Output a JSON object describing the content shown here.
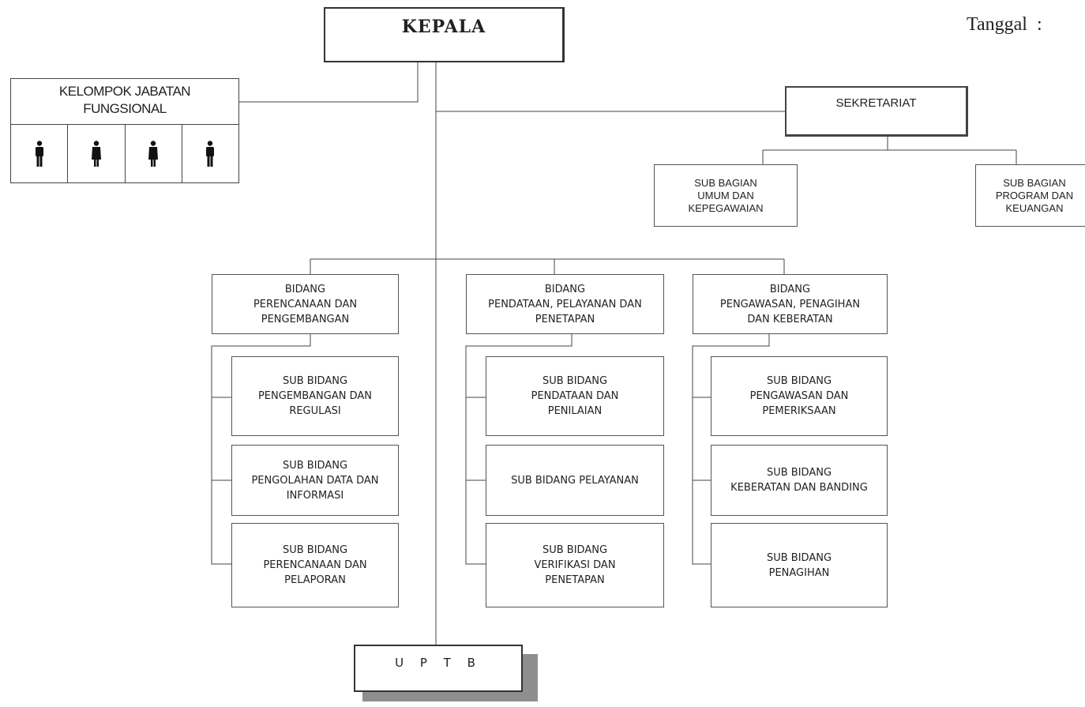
{
  "head": {
    "title": "KEPALA"
  },
  "date_label": "Tanggal  :",
  "functional_group": {
    "title": "KELOMPOK JABATAN\nFUNGSIONAL",
    "icons": [
      "person-icon",
      "person-icon",
      "person-icon",
      "person-icon"
    ]
  },
  "secretariat": {
    "title": "SEKRETARIAT",
    "sub": [
      "SUB BAGIAN\nUMUM DAN\nKEPEGAWAIAN",
      "SUB BAGIAN\nPROGRAM DAN\nKEUANGAN"
    ]
  },
  "divisions": [
    {
      "title": "BIDANG\nPERENCANAAN DAN\nPENGEMBANGAN",
      "subs": [
        "SUB BIDANG\nPENGEMBANGAN DAN\nREGULASI",
        "SUB BIDANG\nPENGOLAHAN DATA DAN\nINFORMASI",
        "SUB BIDANG\nPERENCANAAN DAN\nPELAPORAN"
      ]
    },
    {
      "title": "BIDANG\nPENDATAAN, PELAYANAN DAN\nPENETAPAN",
      "subs": [
        "SUB BIDANG\nPENDATAAN DAN\nPENILAIAN",
        "SUB BIDANG PELAYANAN",
        "SUB BIDANG\nVERIFIKASI DAN\nPENETAPAN"
      ]
    },
    {
      "title": "BIDANG\nPENGAWASAN, PENAGIHAN\nDAN KEBERATAN",
      "subs": [
        "SUB BIDANG\nPENGAWASAN DAN\nPEMERIKSAAN",
        "SUB BIDANG\nKEBERATAN DAN BANDING",
        "SUB BIDANG\nPENAGIHAN"
      ]
    }
  ],
  "uptb": "U P T B"
}
